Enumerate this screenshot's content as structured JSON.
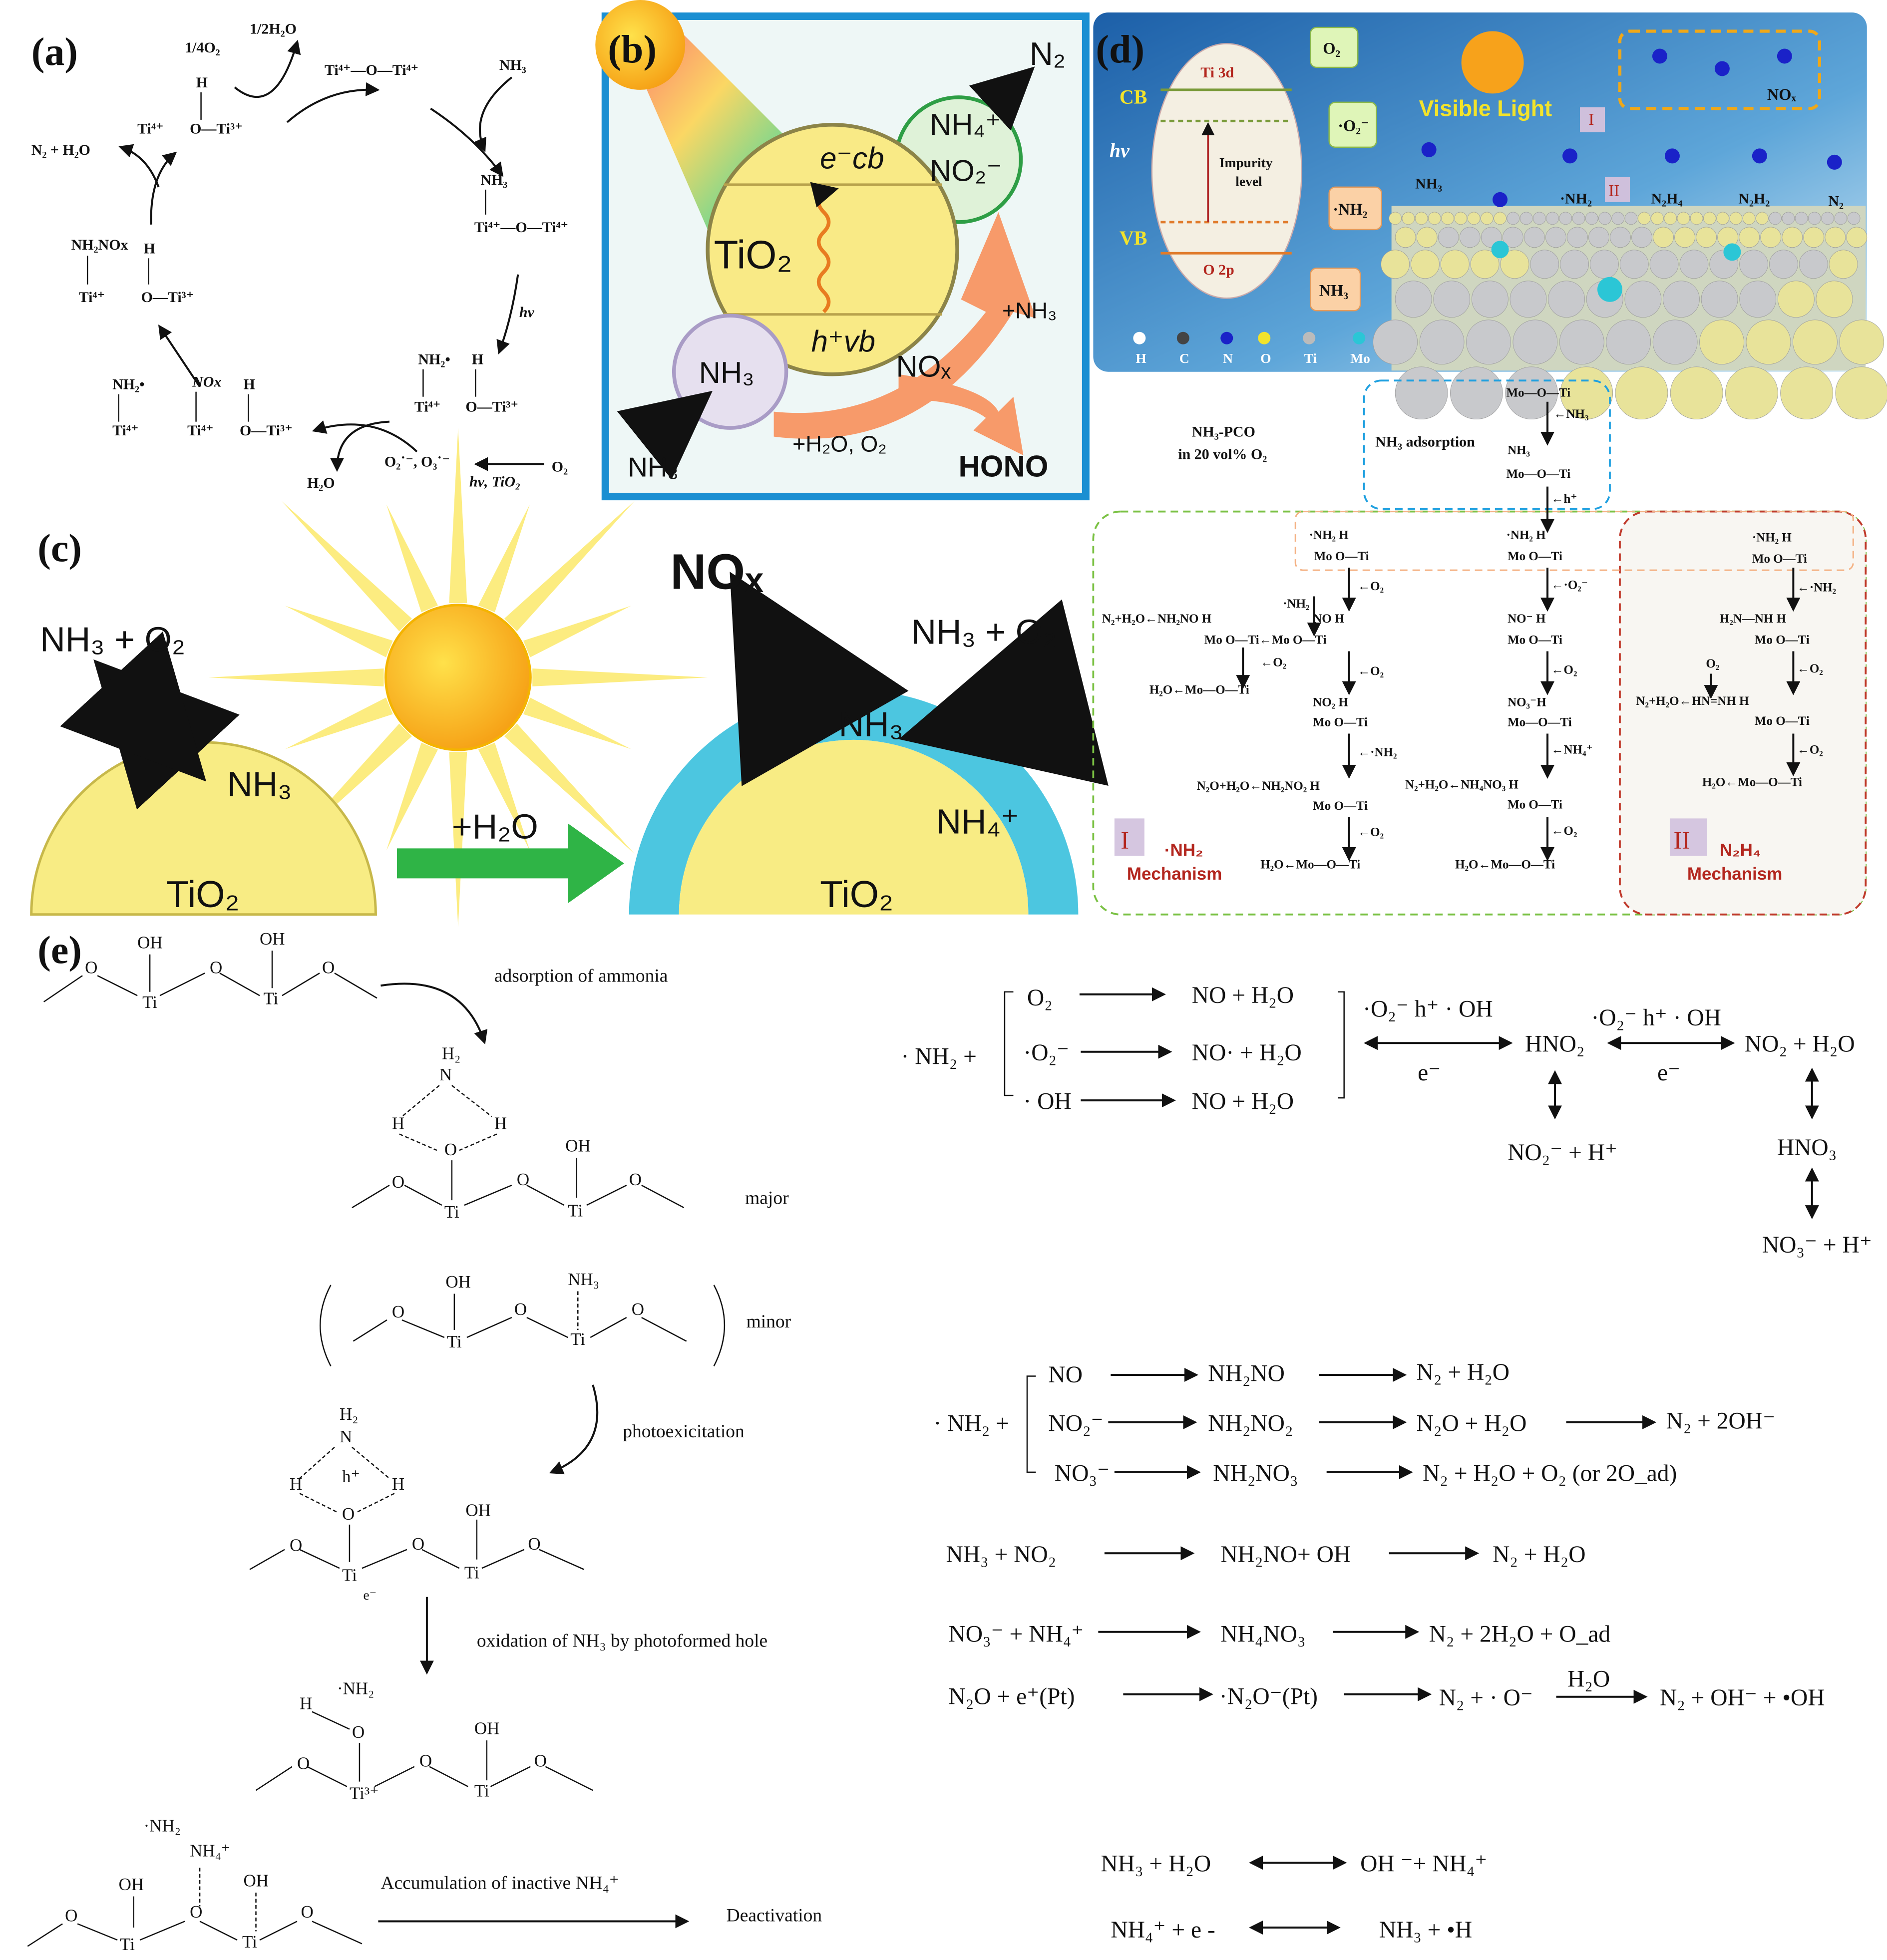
{
  "panel_labels": [
    "(a)",
    "(b)",
    "(c)",
    "(d)",
    "(e)"
  ],
  "panel_a": {
    "items": [
      "1/4O₂",
      "1/2H₂O",
      "H",
      "Ti⁴⁺",
      "O—Ti³⁺",
      "Ti⁴⁺—O—Ti⁴⁺",
      "NH₃",
      "N₂ + H₂O",
      "NH₃",
      "Ti⁴⁺—O—Ti⁴⁺",
      "hν",
      "NH₂•",
      "H",
      "Ti⁴⁺",
      "O—Ti³⁺",
      "NH₂NOx",
      "H",
      "Ti⁴⁺",
      "O—Ti³⁺",
      "NH₂•",
      "NOx",
      "H",
      "Ti⁴⁺",
      "Ti⁴⁺",
      "O—Ti³⁺",
      "O₂˙⁻, O₃˙⁻",
      "O₂",
      "hν, TiO₂",
      "H₂O"
    ]
  },
  "panel_b": {
    "items": [
      "N₂",
      "NH₄⁺",
      "NO₂⁻",
      "e⁻cb",
      "TiO₂",
      "h⁺vb",
      "NH₃",
      "NOₓ",
      "+NH₃",
      "+H₂O, O₂",
      "NH₃",
      "HONO"
    ]
  },
  "panel_c": {
    "items": [
      "NH₃ + O₂",
      "NH₃",
      "TiO₂",
      "+H₂O",
      "NOₓ",
      "NH₃ + O₂",
      "NH₃",
      "NH₄⁺",
      "TiO₂"
    ]
  },
  "panel_d_scheme": {
    "items": [
      "Ti 3d",
      "CB",
      "hv",
      "Impurity",
      "level",
      "VB",
      "O 2p",
      "O₂",
      "·O₂⁻",
      "·NH₂",
      "NH₃",
      "H",
      "C",
      "N",
      "O",
      "Ti",
      "Mo",
      "Visible Light",
      "NOₓ",
      "I",
      "II",
      "NH₃",
      "·NH₂",
      "N₂H₄",
      "N₂H₂",
      "N₂"
    ]
  },
  "panel_d_mechanism": {
    "items": [
      "NH₃-PCO",
      "in 20 vol% O₂",
      "NH₃ adsorption",
      "Mo—O—Ti",
      "←NH₃",
      "NH₃",
      "Mo—O—Ti",
      "←h⁺",
      "·NH₂ H",
      "Mo  O—Ti",
      "←O₂",
      "·NH₂",
      "N₂+H₂O←NH₂NO  H",
      "NO  H",
      "Mo  O—Ti←Mo  O—Ti",
      "←O₂",
      "←O₂",
      "H₂O←Mo—O—Ti",
      "NO₂ H",
      "Mo  O—Ti",
      "←·NH₂",
      "N₂O+H₂O←NH₂NO₂ H",
      "Mo  O—Ti",
      "←O₂",
      "H₂O←Mo—O—Ti",
      "·NH₂ H",
      "Mo  O—Ti",
      "←·O₂⁻",
      "NO⁻ H",
      "Mo  O—Ti",
      "←O₂",
      "NO₃⁻H",
      "Mo—O—Ti",
      "←NH₄⁺",
      "N₂+H₂O←NH₄NO₃ H",
      "Mo  O—Ti",
      "←O₂",
      "H₂O←Mo—O—Ti",
      "·NH₂ H",
      "Mo  O—Ti",
      "←·NH₂",
      "H₂N—NH H",
      "Mo  O—Ti",
      "O₂",
      "←O₂",
      "N₂+H₂O←HN=NH H",
      "Mo  O—Ti",
      "←O₂",
      "H₂O←Mo—O—Ti",
      "I",
      "·NH₂",
      "Mechanism",
      "II",
      "N₂H₄",
      "Mechanism"
    ]
  },
  "panel_e_left": {
    "items": [
      "OH",
      "OH",
      "O",
      "Ti",
      "O",
      "Ti",
      "O",
      "adsorption of ammonia",
      "H₂",
      "N",
      "H",
      "H",
      "O",
      "OH",
      "O",
      "Ti",
      "O",
      "Ti",
      "O",
      "major",
      "OH",
      "NH₃",
      "O",
      "Ti",
      "O",
      "Ti",
      "O",
      "minor",
      "photoexicitation",
      "H₂",
      "N",
      "h⁺",
      "H",
      "H",
      "O",
      "OH",
      "O",
      "Ti",
      "e⁻",
      "O",
      "Ti",
      "O",
      "oxidation of NH₃ by photoformed hole",
      "·NH₂",
      "H",
      "O",
      "OH",
      "O",
      "Ti³⁺",
      "O",
      "Ti",
      "O",
      "·NH₂",
      "NH₄⁺",
      "OH",
      "OH",
      "O",
      "O",
      "Ti",
      "Ti",
      "O",
      "Accumulation of inactive NH₄⁺",
      "Deactivation"
    ]
  },
  "panel_e_right": {
    "items": [
      "· NH₂ +",
      "O₂",
      "NO + H₂O",
      "·O₂⁻",
      "NO· + H₂O",
      "· OH",
      "NO + H₂O",
      "·O₂⁻  h⁺ · OH",
      "e⁻",
      "HNO₂",
      "·O₂⁻  h⁺ · OH",
      "e⁻",
      "NO₂ + H₂O",
      "NO₂⁻ + H⁺",
      "HNO₃",
      "NO₃⁻ + H⁺",
      "· NH₂ +",
      "NO",
      "NH₂NO",
      "N₂ + H₂O",
      "NO₂⁻",
      "NH₂NO₂",
      "N₂O + H₂O",
      "N₂ + 2OH⁻",
      "NO₃⁻",
      "NH₂NO₃",
      "N₂ + H₂O + O₂ (or 2O_ad)",
      "NH₃ + NO₂",
      "NH₂NO+ OH",
      "N₂ + H₂O",
      "NO₃⁻ + NH₄⁺",
      "NH₄NO₃",
      "N₂ + 2H₂O + O_ad",
      "N₂O + e⁺(Pt)",
      "·N₂O⁻(Pt)",
      "N₂ + · O⁻",
      "H₂O",
      "N₂ + OH⁻ + •OH",
      "NH₃ + H₂O",
      "OH ⁻+ NH₄⁺",
      "NH₄⁺ + e -",
      "NH₃ + •H"
    ]
  },
  "colors": {
    "panel_b_border": "#1b8fd2",
    "sun": "#f7a21b",
    "tio2": "#f7e87a",
    "nh4_layer": "#4cc6e0",
    "green_arrow": "#2fb446",
    "orange_arrow": "#f47a4a",
    "purple_arrow": "#b99ad0",
    "mechanism_red": "#b30000"
  }
}
